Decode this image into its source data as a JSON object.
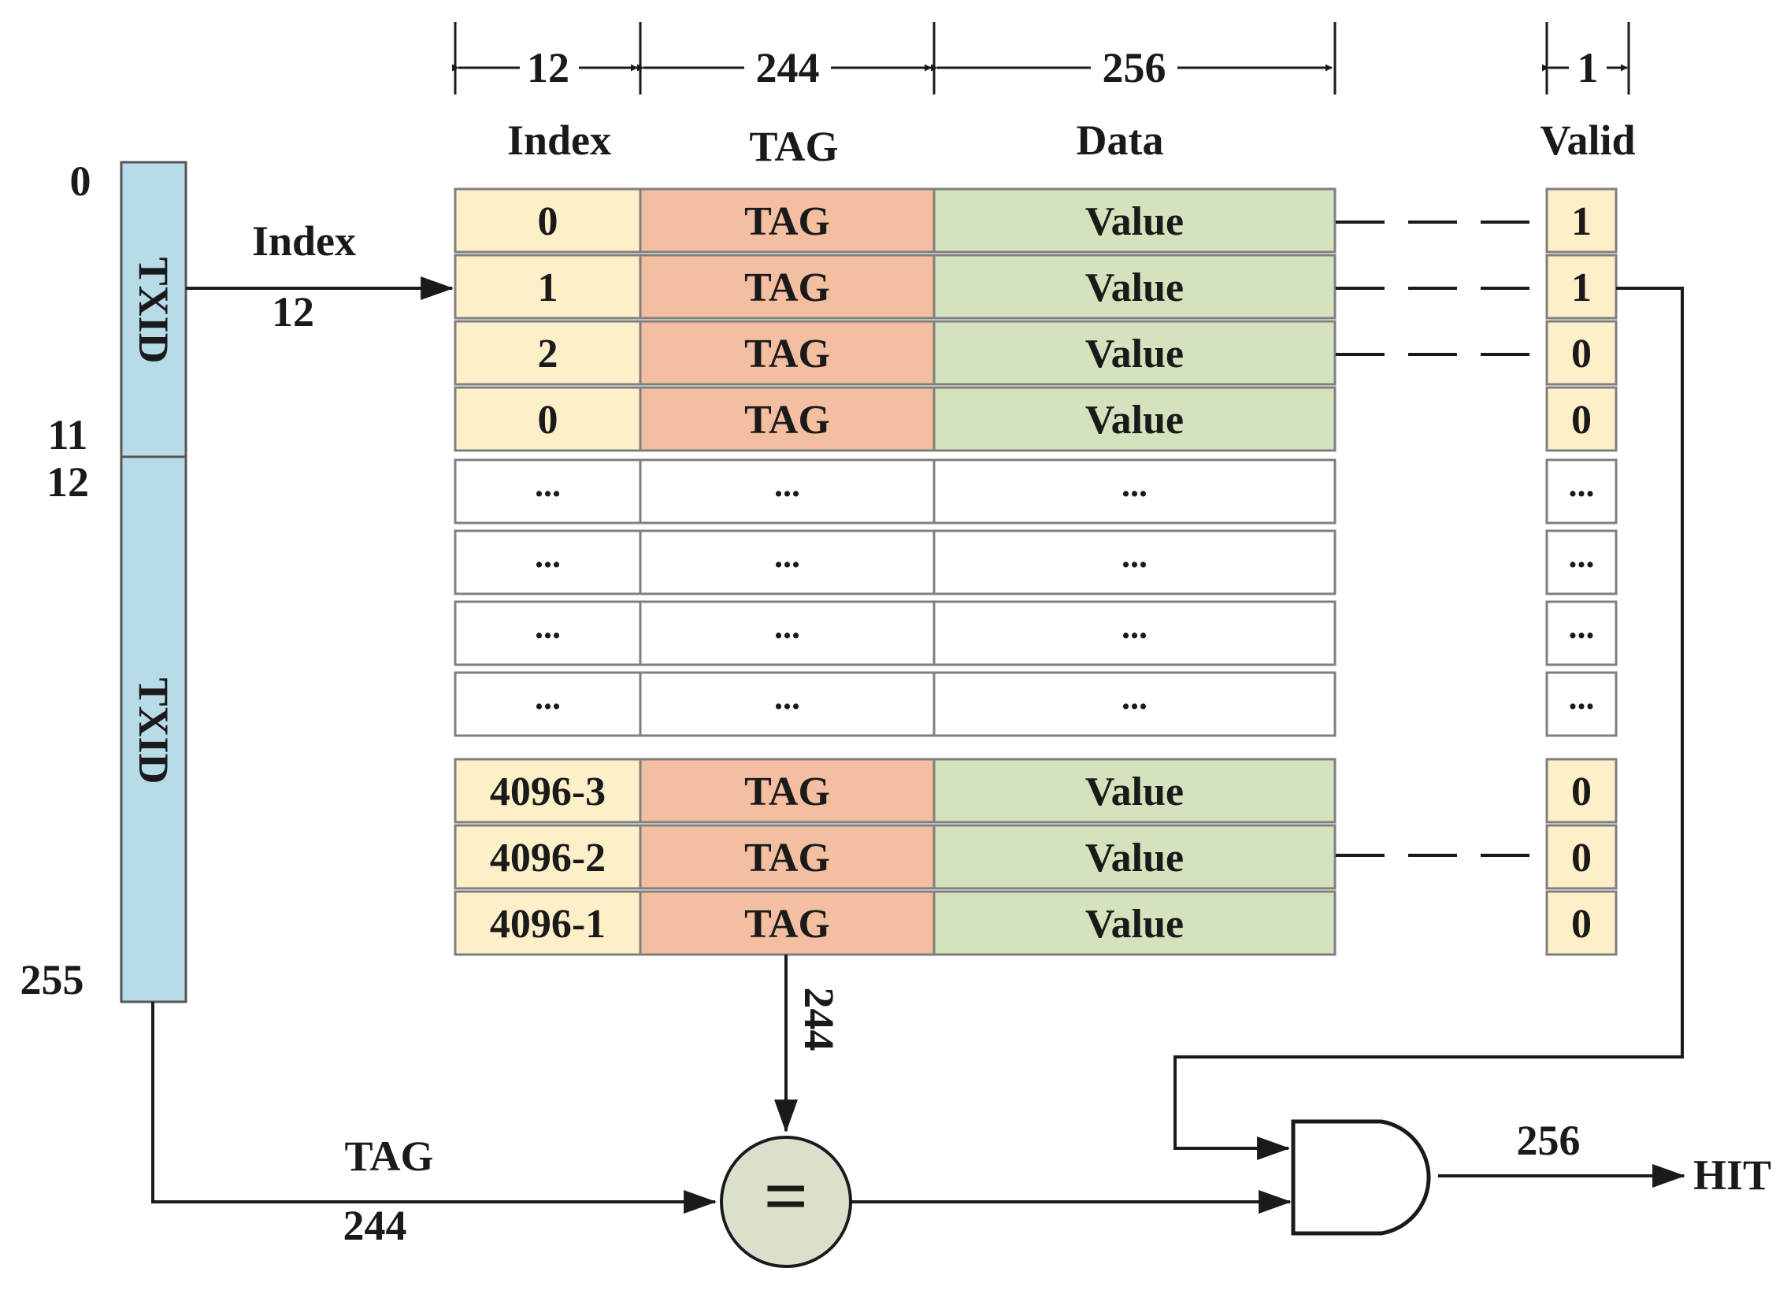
{
  "widths": {
    "index": "12",
    "tag": "244",
    "data": "256",
    "valid": "1"
  },
  "headers": {
    "index": "Index",
    "tag": "TAG",
    "data": "Data",
    "valid": "Valid"
  },
  "txid": {
    "label_top": "TXID",
    "label_bottom": "TXID",
    "bit_0": "0",
    "bit_11": "11",
    "bit_12": "12",
    "bit_255": "255"
  },
  "index_arrow": {
    "label": "Index",
    "bits": "12"
  },
  "rows_top": [
    {
      "index": "0",
      "tag": "TAG",
      "data": "Value",
      "valid": "1"
    },
    {
      "index": "1",
      "tag": "TAG",
      "data": "Value",
      "valid": "1"
    },
    {
      "index": "2",
      "tag": "TAG",
      "data": "Value",
      "valid": "0"
    },
    {
      "index": "0",
      "tag": "TAG",
      "data": "Value",
      "valid": "0"
    }
  ],
  "ellipsis": "...",
  "rows_bottom": [
    {
      "index": "4096-3",
      "tag": "TAG",
      "data": "Value",
      "valid": "0"
    },
    {
      "index": "4096-2",
      "tag": "TAG",
      "data": "Value",
      "valid": "0"
    },
    {
      "index": "4096-1",
      "tag": "TAG",
      "data": "Value",
      "valid": "0"
    }
  ],
  "tag_bus_bits": "244",
  "tag_input": {
    "label": "TAG",
    "bits": "244"
  },
  "comparator_symbol": "=",
  "output": {
    "bits": "256",
    "label": "HIT"
  },
  "colors": {
    "txid": "#b7dbe9",
    "index": "#fdefc8",
    "tag": "#f4bfa0",
    "data": "#d4e3bd",
    "valid": "#fdefc8",
    "comparator": "#d9e0cc",
    "line": "#1a1a1a",
    "border": "#7f7f7f"
  }
}
